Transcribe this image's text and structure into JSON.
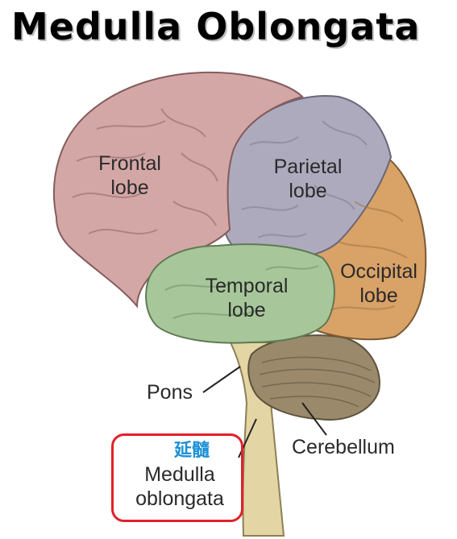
{
  "title": "Medulla Oblongata",
  "regions": {
    "frontal": {
      "line1": "Frontal",
      "line2": "lobe",
      "color": "#d4a7a7"
    },
    "parietal": {
      "line1": "Parietal",
      "line2": "lobe",
      "color": "#aeaabd"
    },
    "occipital": {
      "line1": "Occipital",
      "line2": "lobe",
      "color": "#d9a267"
    },
    "temporal": {
      "line1": "Temporal",
      "line2": "lobe",
      "color": "#a7c79a"
    },
    "cerebellum": {
      "label": "Cerebellum",
      "color": "#9a8a6b"
    },
    "pons": {
      "label": "Pons",
      "color": "#ddd3a8"
    }
  },
  "medulla": {
    "chinese": "延髓",
    "line1": "Medulla",
    "line2": "oblongata",
    "highlight_color": "#e2202a",
    "chinese_color": "#1a8fd6"
  }
}
